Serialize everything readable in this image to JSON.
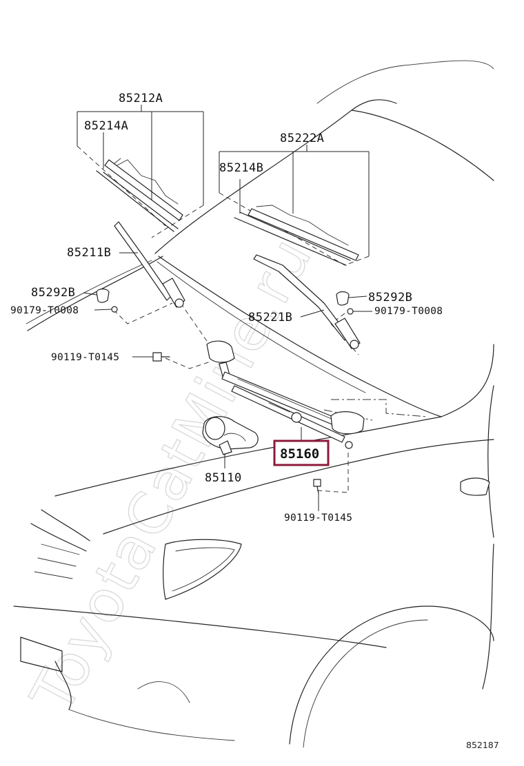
{
  "watermark": "ToyotaCatMine.ru",
  "diagram_id": "852187",
  "highlight_color": "#8b1a3a",
  "labels": {
    "p85212A": "85212A",
    "p85214A": "85214A",
    "p85222A": "85222A",
    "p85214B": "85214B",
    "p85211B": "85211B",
    "p85292B_left": "85292B",
    "p90179_left": "90179-T0008",
    "p85221B": "85221B",
    "p85292B_right": "85292B",
    "p90179_right": "90179-T0008",
    "p90119_left": "90119-T0145",
    "p85160": "85160",
    "p85110": "85110",
    "p90119_bottom": "90119-T0145"
  }
}
